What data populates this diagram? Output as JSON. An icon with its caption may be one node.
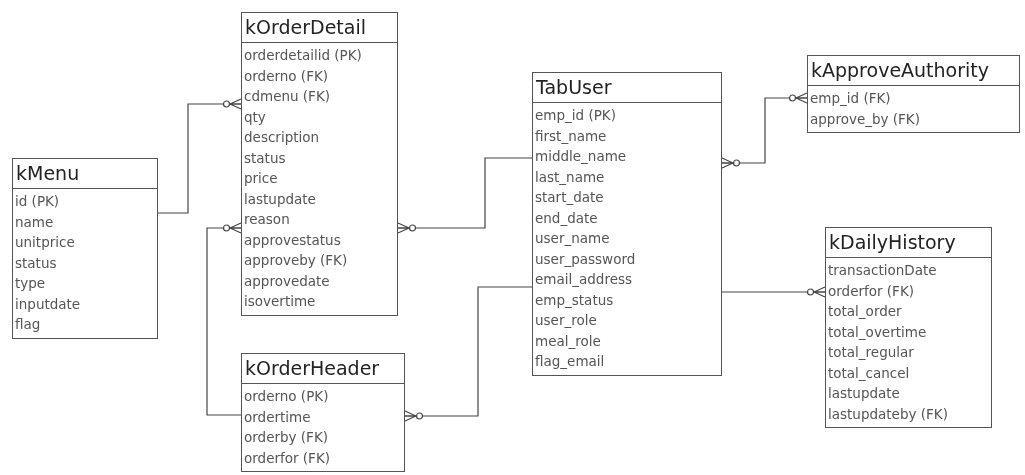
{
  "diagram": {
    "nodes": [
      {
        "text": [
          "kMenu",
          "id (PK)",
          "name",
          "unitprice",
          "status",
          "type",
          "inputdate",
          "flag"
        ]
      },
      {
        "text": [
          "kOrderDetail",
          "orderdetailid (PK)",
          "orderno (FK)",
          "cdmenu (FK)",
          "qty",
          "description",
          "status",
          "price",
          "lastupdate",
          "reason",
          "approvestatus",
          "approveby (FK)",
          "approvedate",
          "isovertime"
        ]
      },
      {
        "text": [
          "kOrderHeader",
          "orderno (PK)",
          "ordertime",
          "orderby (FK)",
          "orderfor (FK)"
        ]
      },
      {
        "text": [
          "TabUser",
          "emp_id (PK)",
          "first_name",
          "middle_name",
          "last_name",
          "start_date",
          "end_date",
          "user_name",
          "user_password",
          "email_address",
          "emp_status",
          "user_role",
          "meal_role",
          "flag_email"
        ]
      },
      {
        "text": [
          "kApproveAuthority",
          "emp_id (FK)",
          "approve_by (FK)"
        ]
      },
      {
        "text": [
          "kDailyHistory",
          "transactionDate",
          "orderfor (FK)",
          "total_order",
          "total_overtime",
          "total_regular",
          "total_cancel",
          "lastupdate",
          "lastupdateby (FK)"
        ]
      }
    ],
    "edges": [
      {
        "from": 0,
        "to": 1,
        "arrow": "other"
      },
      {
        "from": 2,
        "to": 1,
        "arrow": "other"
      },
      {
        "from": 3,
        "to": 1,
        "arrow": "other"
      },
      {
        "from": 3,
        "to": 4,
        "arrow": "other"
      },
      {
        "from": 3,
        "to": 2,
        "arrow": "other"
      },
      {
        "from": 3,
        "to": 5,
        "arrow": "other"
      }
    ]
  }
}
